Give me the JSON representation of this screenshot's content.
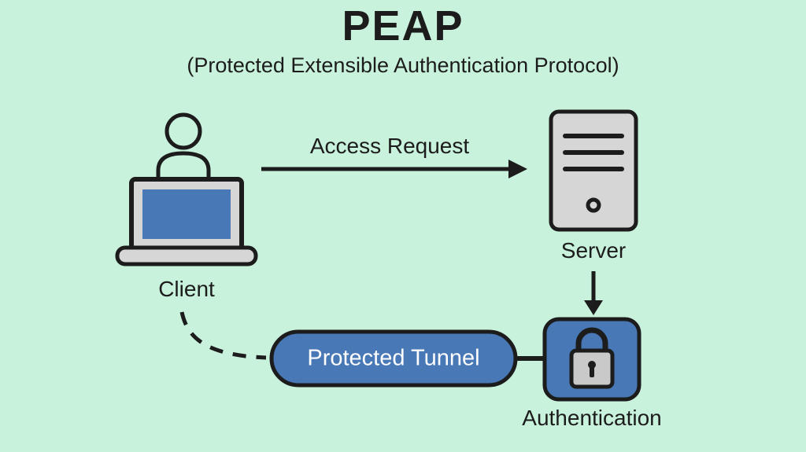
{
  "diagram": {
    "title": "PEAP",
    "subtitle": "(Protected Extensible Authentication Protocol)",
    "labels": {
      "access_request": "Access Request",
      "client": "Client",
      "server": "Server",
      "authentication": "Authentication",
      "protected_tunnel": "Protected Tunnel"
    },
    "icons": {
      "client": "person-at-laptop-icon",
      "server": "server-tower-icon",
      "authentication": "padlock-icon",
      "access_request": "right-arrow-icon",
      "server_to_auth": "down-arrow-icon",
      "client_to_tunnel": "dashed-curve-connector"
    },
    "colors": {
      "background": "#c9f2dc",
      "accent_blue": "#4878b5",
      "outline": "#1c1c1c",
      "device_gray": "#d6d6d6",
      "lock_gray": "#c9c9c9",
      "tunnel_text": "#ffffff"
    }
  }
}
